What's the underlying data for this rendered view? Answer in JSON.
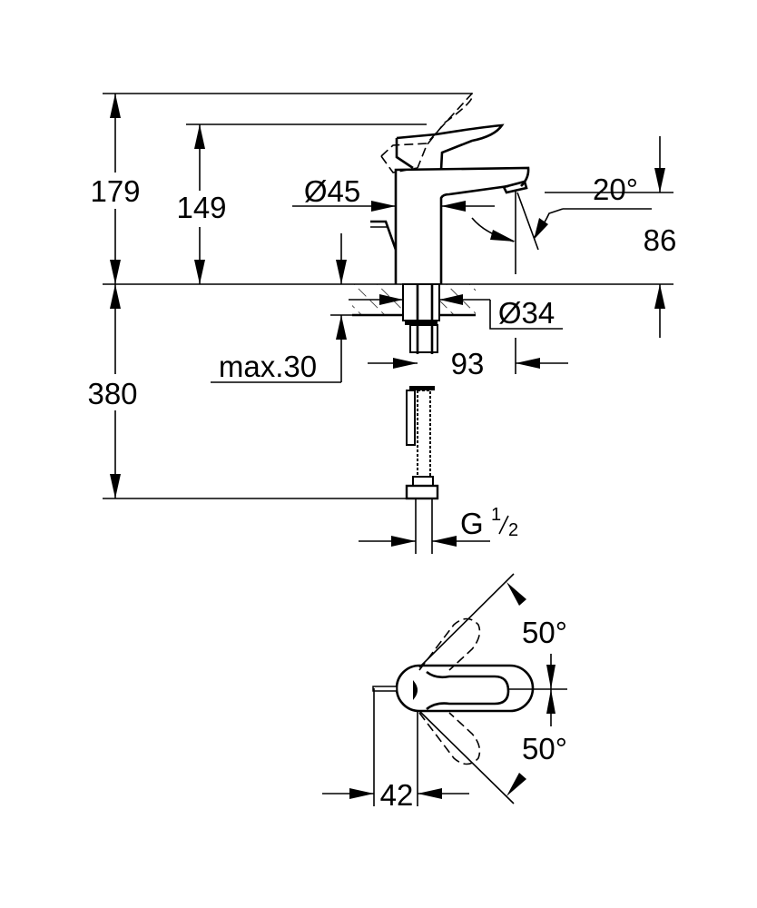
{
  "title": "Faucet dimension drawing",
  "dimensions": {
    "total_height": "179",
    "lever_height": "149",
    "body_diameter": "Ø45",
    "spout_angle": "20°",
    "spout_height": "86",
    "hole_diameter": "Ø34",
    "deck_thickness": "max.30",
    "spout_reach": "93",
    "supply_length": "380",
    "connection_prefix": "G",
    "connection_num": "1",
    "connection_den": "2",
    "lever_angle_up": "50°",
    "lever_angle_down": "50°",
    "lever_offset": "42"
  }
}
